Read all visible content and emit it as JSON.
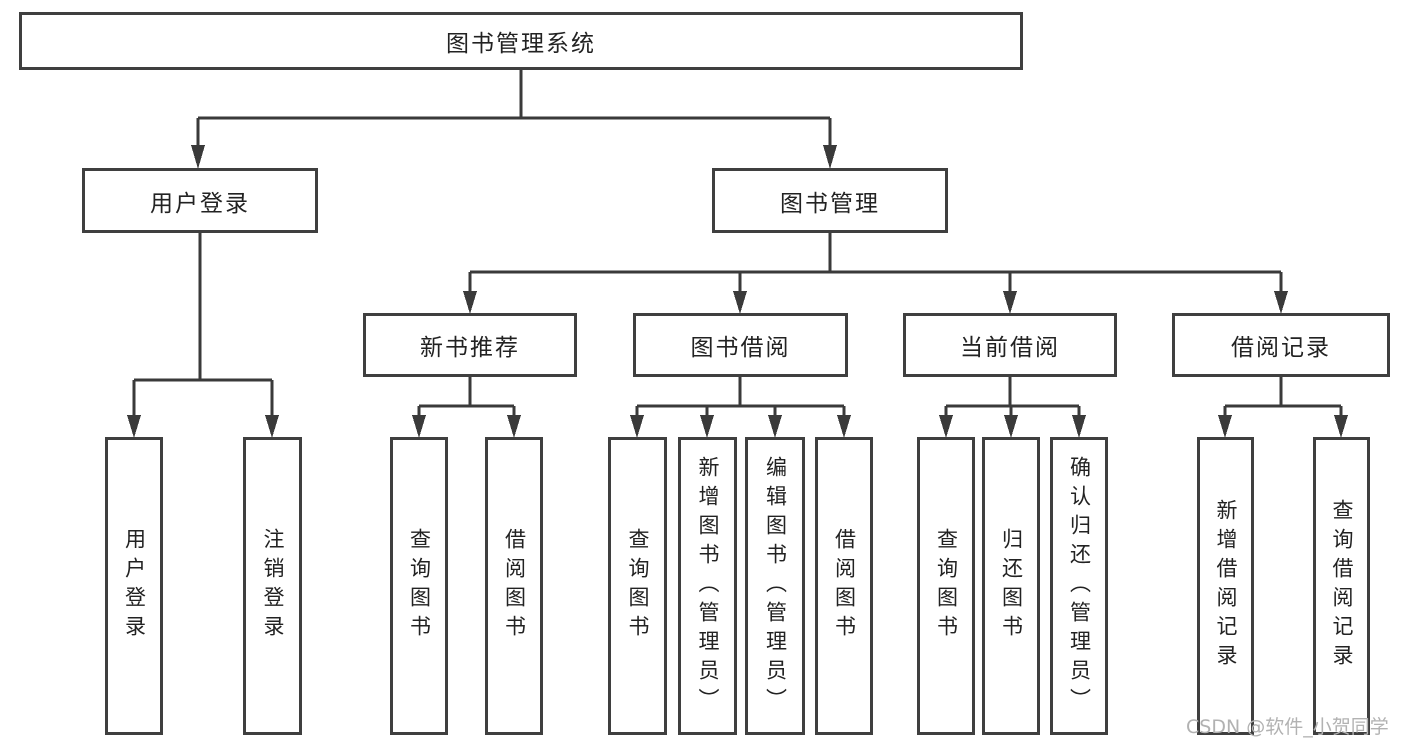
{
  "diagram": {
    "root": "图书管理系统",
    "level2": [
      "用户登录",
      "图书管理"
    ],
    "level3": [
      "新书推荐",
      "图书借阅",
      "当前借阅",
      "借阅记录"
    ],
    "leaves": {
      "user_login": [
        "用户登录",
        "注销登录"
      ],
      "new_book_recommend": [
        "查询图书",
        "借阅图书"
      ],
      "book_borrow": [
        "查询图书",
        "新增图书（管理员）",
        "编辑图书（管理员）",
        "借阅图书"
      ],
      "current_borrow": [
        "查询图书",
        "归还图书",
        "确认归还（管理员）"
      ],
      "borrow_record": [
        "新增借阅记录",
        "查询借阅记录"
      ]
    },
    "watermark": "CSDN @软件_小贺同学",
    "colors": {
      "line": "#3a3a3a",
      "box_border": "#3f3f3f",
      "text": "#222222",
      "watermark": "#b2b2b2",
      "background": "#ffffff"
    }
  }
}
